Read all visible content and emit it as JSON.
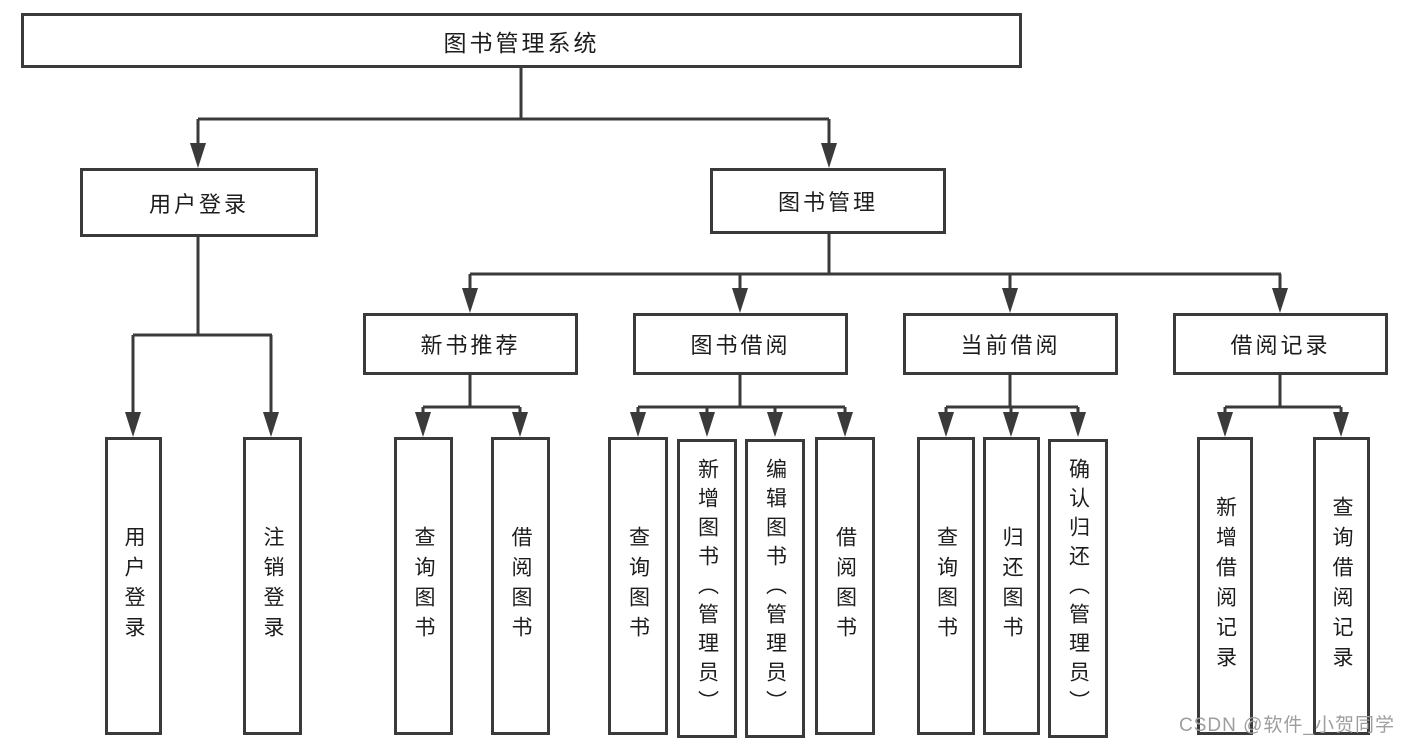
{
  "diagram": {
    "root": {
      "label": "图书管理系统"
    },
    "level2": [
      {
        "label": "用户登录"
      },
      {
        "label": "图书管理"
      }
    ],
    "level3": [
      {
        "label": "新书推荐"
      },
      {
        "label": "图书借阅"
      },
      {
        "label": "当前借阅"
      },
      {
        "label": "借阅记录"
      }
    ],
    "leaves": {
      "user_login": [
        "用户登录",
        "注销登录"
      ],
      "new_book_recommend": [
        "查询图书",
        "借阅图书"
      ],
      "book_borrow": [
        "查询图书",
        "新增图书（管理员）",
        "编辑图书（管理员）",
        "借阅图书"
      ],
      "current_borrow": [
        "查询图书",
        "归还图书",
        "确认归还（管理员）"
      ],
      "borrow_records": [
        "新增借阅记录",
        "查询借阅记录"
      ]
    }
  },
  "watermark": {
    "text": "CSDN @软件_小贺同学"
  },
  "colors": {
    "line": "#3a3a3a",
    "box_border": "#3a3a3a",
    "text": "#1d1d1d",
    "watermark": "#9e9e9e",
    "background": "#ffffff"
  }
}
